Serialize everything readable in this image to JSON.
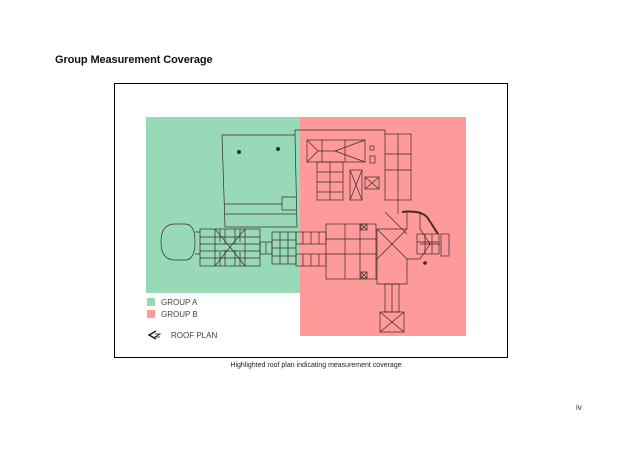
{
  "page": {
    "heading": "Group Measurement Coverage",
    "page_number": "iv"
  },
  "figure": {
    "caption": "Highlighted roof plan indicating measurement coverage",
    "legend": [
      {
        "label": "GROUP A",
        "color": "#98dab7"
      },
      {
        "label": "GROUP B",
        "color": "#ff9a9a"
      }
    ],
    "north_label": "ROOF PLAN",
    "north_icon": "north-arrow-icon"
  }
}
